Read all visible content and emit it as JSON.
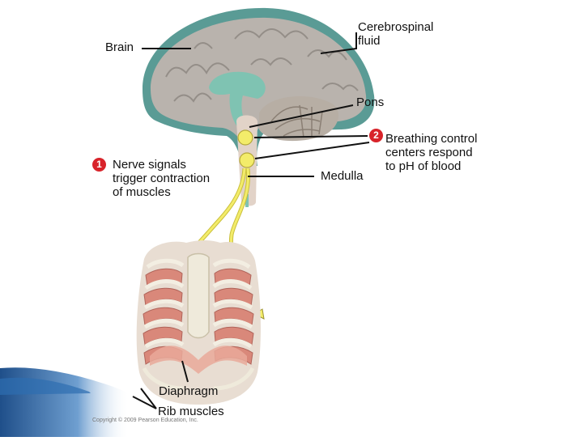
{
  "labels": {
    "brain": "Brain",
    "csf": "Cerebrospinal\nfluid",
    "pons": "Pons",
    "medulla": "Medulla",
    "diaphragm": "Diaphragm",
    "rib_muscles": "Rib muscles"
  },
  "steps": [
    {
      "number": "1",
      "text": "Nerve signals\ntrigger contraction\nof muscles"
    },
    {
      "number": "2",
      "text": "Breathing control\ncenters respond\nto pH of blood"
    }
  ],
  "copyright": "Copyright © 2009 Pearson Education, Inc.",
  "colors": {
    "brain": "#b9b3ad",
    "brain_outer": "#5a9b95",
    "csf_teal": "#7fc3b2",
    "brainstem": "#e2d3c8",
    "nerve_yellow": "#f3ec6a",
    "rib_muscle": "#d9887a",
    "ribs": "#efeadb",
    "badge_red": "#d8232a",
    "accent_blue": "#1f4f8a"
  }
}
